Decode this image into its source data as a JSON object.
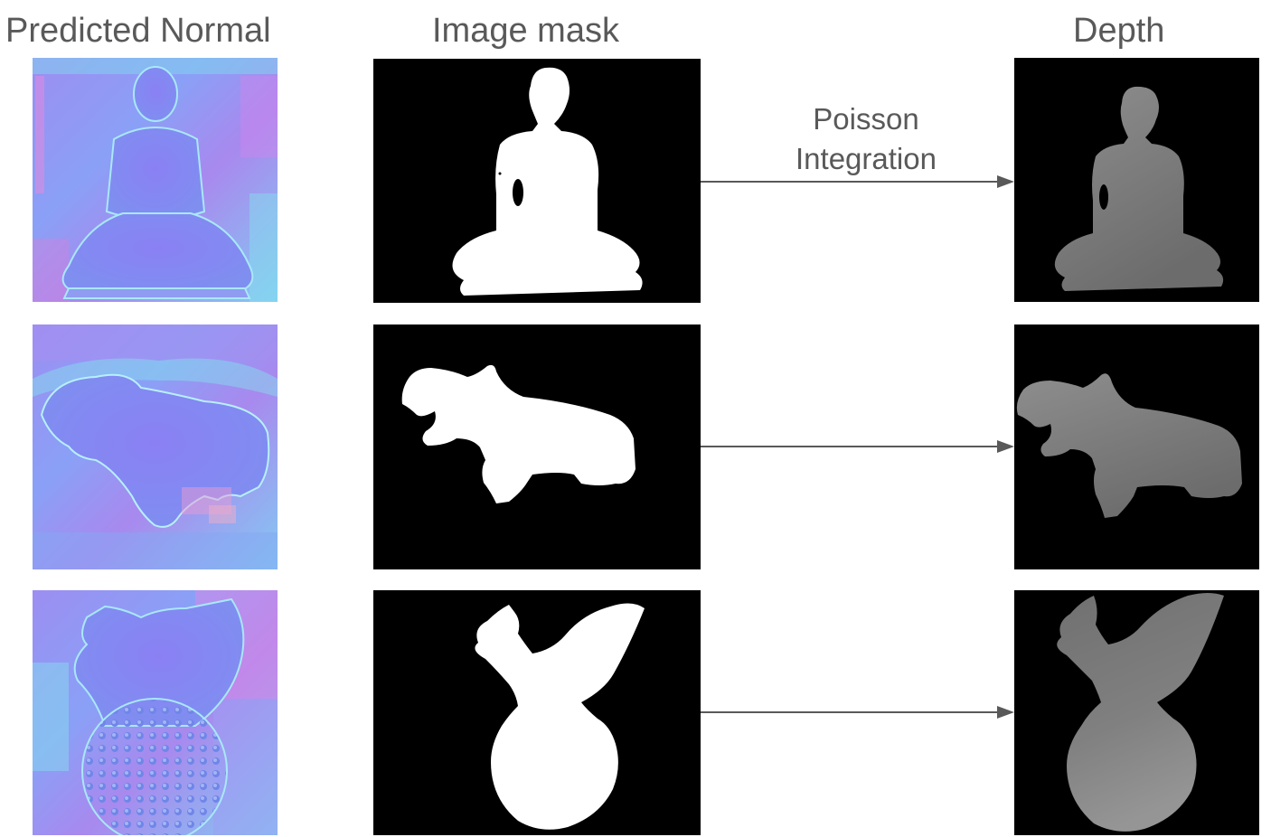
{
  "headers": {
    "normal": "Predicted Normal",
    "mask": "Image mask",
    "depth": "Depth"
  },
  "arrow": {
    "line1": "Poisson",
    "line2": "Integration"
  },
  "rows": [
    {
      "subject": "seated statue"
    },
    {
      "subject": "hippo"
    },
    {
      "subject": "squirrel on ball"
    }
  ],
  "colors": {
    "text": "#595959",
    "arrow": "#595959",
    "mask_bg": "#000000",
    "mask_fg": "#ffffff",
    "normal_base": "#8c82f0",
    "normal_cyan": "#7de0f0",
    "normal_magenta": "#e07ad8"
  }
}
